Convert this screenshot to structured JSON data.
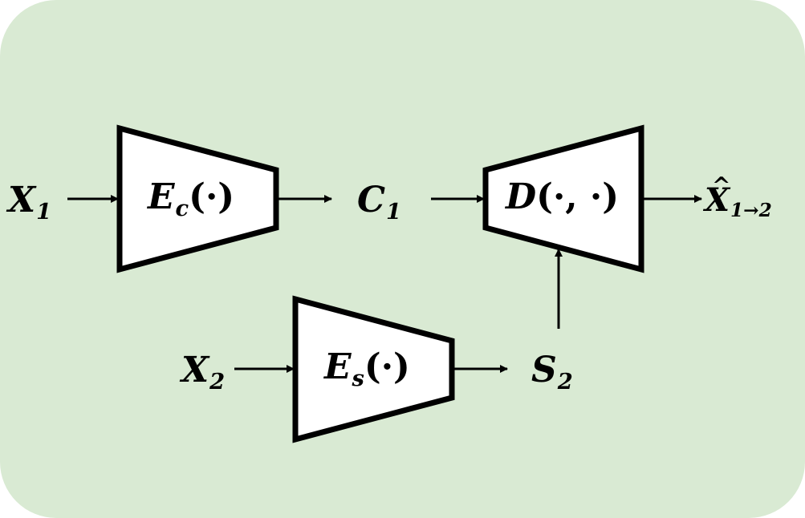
{
  "colors": {
    "background": "#d9ead3",
    "block_fill": "#ffffff",
    "stroke": "#000000"
  },
  "nodes": {
    "x1": {
      "base": "X",
      "sub": "1"
    },
    "x2": {
      "base": "X",
      "sub": "2"
    },
    "c1": {
      "base": "C",
      "sub": "1"
    },
    "s2": {
      "base": "S",
      "sub": "2"
    },
    "out": {
      "base": "X",
      "sub": "1→2"
    }
  },
  "blocks": {
    "content_encoder": {
      "base": "E",
      "sub": "c",
      "args": "(·)"
    },
    "style_encoder": {
      "base": "E",
      "sub": "s",
      "args": "(·)"
    },
    "decoder": {
      "base": "D",
      "args": "(·, ·)"
    }
  }
}
